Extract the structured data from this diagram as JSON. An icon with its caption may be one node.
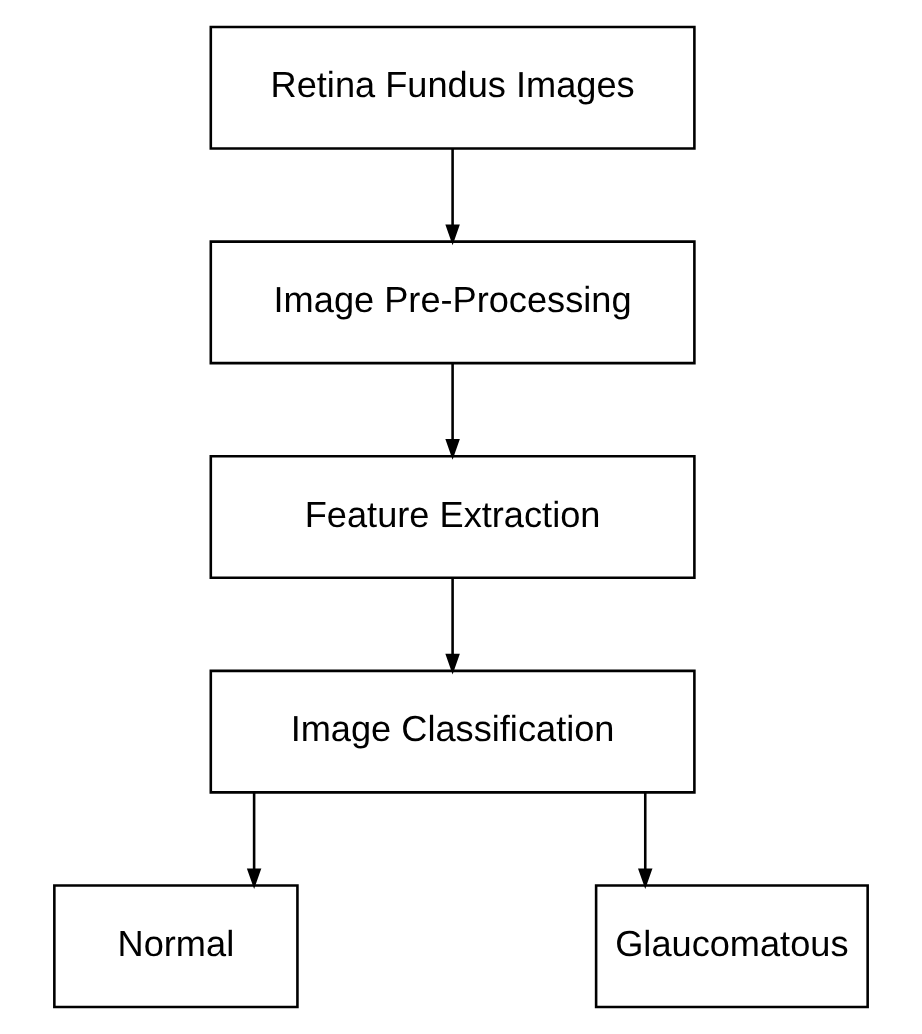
{
  "diagram": {
    "nodes": [
      {
        "text": [
          "Retina Fundus Images"
        ]
      },
      {
        "text": [
          "Image Pre-Processing"
        ]
      },
      {
        "text": [
          "Feature Extraction"
        ]
      },
      {
        "text": [
          "Image Classification"
        ]
      },
      {
        "text": [
          "Normal"
        ]
      },
      {
        "text": [
          "Glaucomatous"
        ]
      }
    ],
    "edges": [
      {
        "from": 0,
        "to": 1,
        "arrow": "to"
      },
      {
        "from": 1,
        "to": 2,
        "arrow": "to"
      },
      {
        "from": 2,
        "to": 3,
        "arrow": "to"
      },
      {
        "from": 3,
        "to": 4,
        "arrow": "to"
      },
      {
        "from": 3,
        "to": 5,
        "arrow": "to"
      }
    ]
  }
}
